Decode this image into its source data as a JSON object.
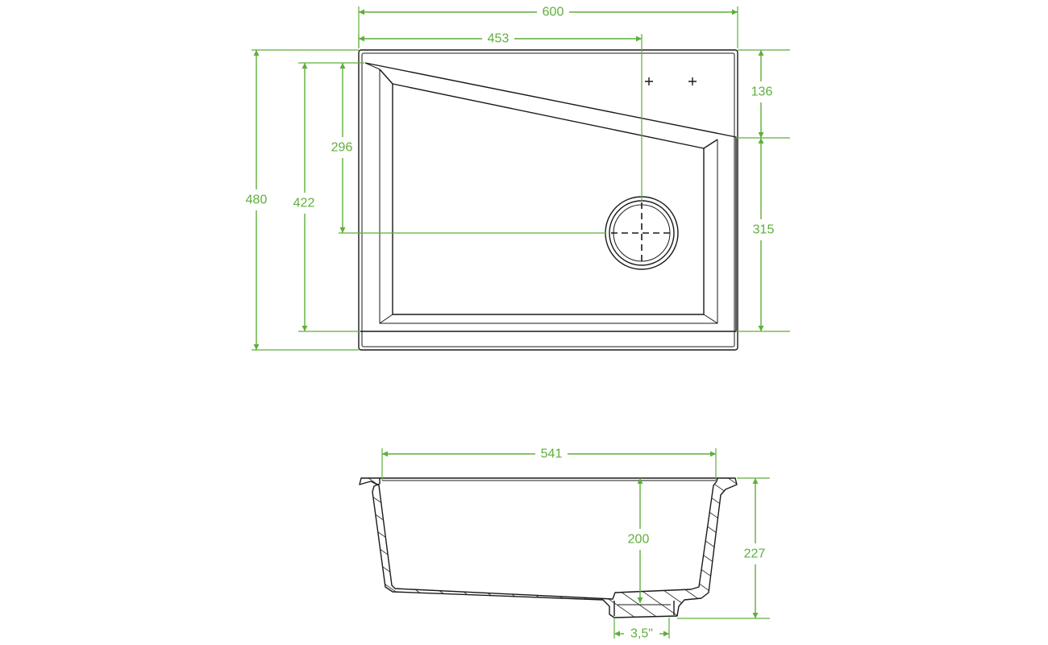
{
  "colors": {
    "dimension": "#5fae3a",
    "outline": "#1a1a1a",
    "background": "#ffffff"
  },
  "top_view": {
    "dimensions": {
      "overall_width": "600",
      "drain_offset_x": "453",
      "overall_depth": "480",
      "bowl_depth": "422",
      "drain_offset_y": "296",
      "deck_depth": "136",
      "bowl_right_depth": "315"
    }
  },
  "side_view": {
    "dimensions": {
      "inner_width": "541",
      "bowl_height": "200",
      "overall_height": "227",
      "drain_diameter": "3,5\""
    }
  }
}
